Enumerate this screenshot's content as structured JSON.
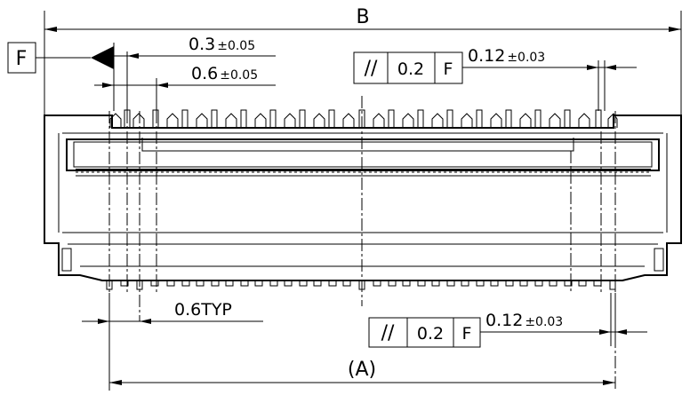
{
  "dimensions": {
    "overall_width": "B",
    "center_span": "(A)",
    "pitch_small_base": "0.3",
    "pitch_small_tol": "±0.05",
    "pitch_large_base": "0.6",
    "pitch_large_tol": "±0.05",
    "typ_pitch": "0.6TYP",
    "offset_base": "0.12",
    "offset_tol": "±0.03"
  },
  "datum": {
    "label": "F"
  },
  "tolerance_frames": [
    {
      "symbol": "//",
      "value": "0.2",
      "datum": "F"
    },
    {
      "symbol": "//",
      "value": "0.2",
      "datum": "F"
    }
  ]
}
